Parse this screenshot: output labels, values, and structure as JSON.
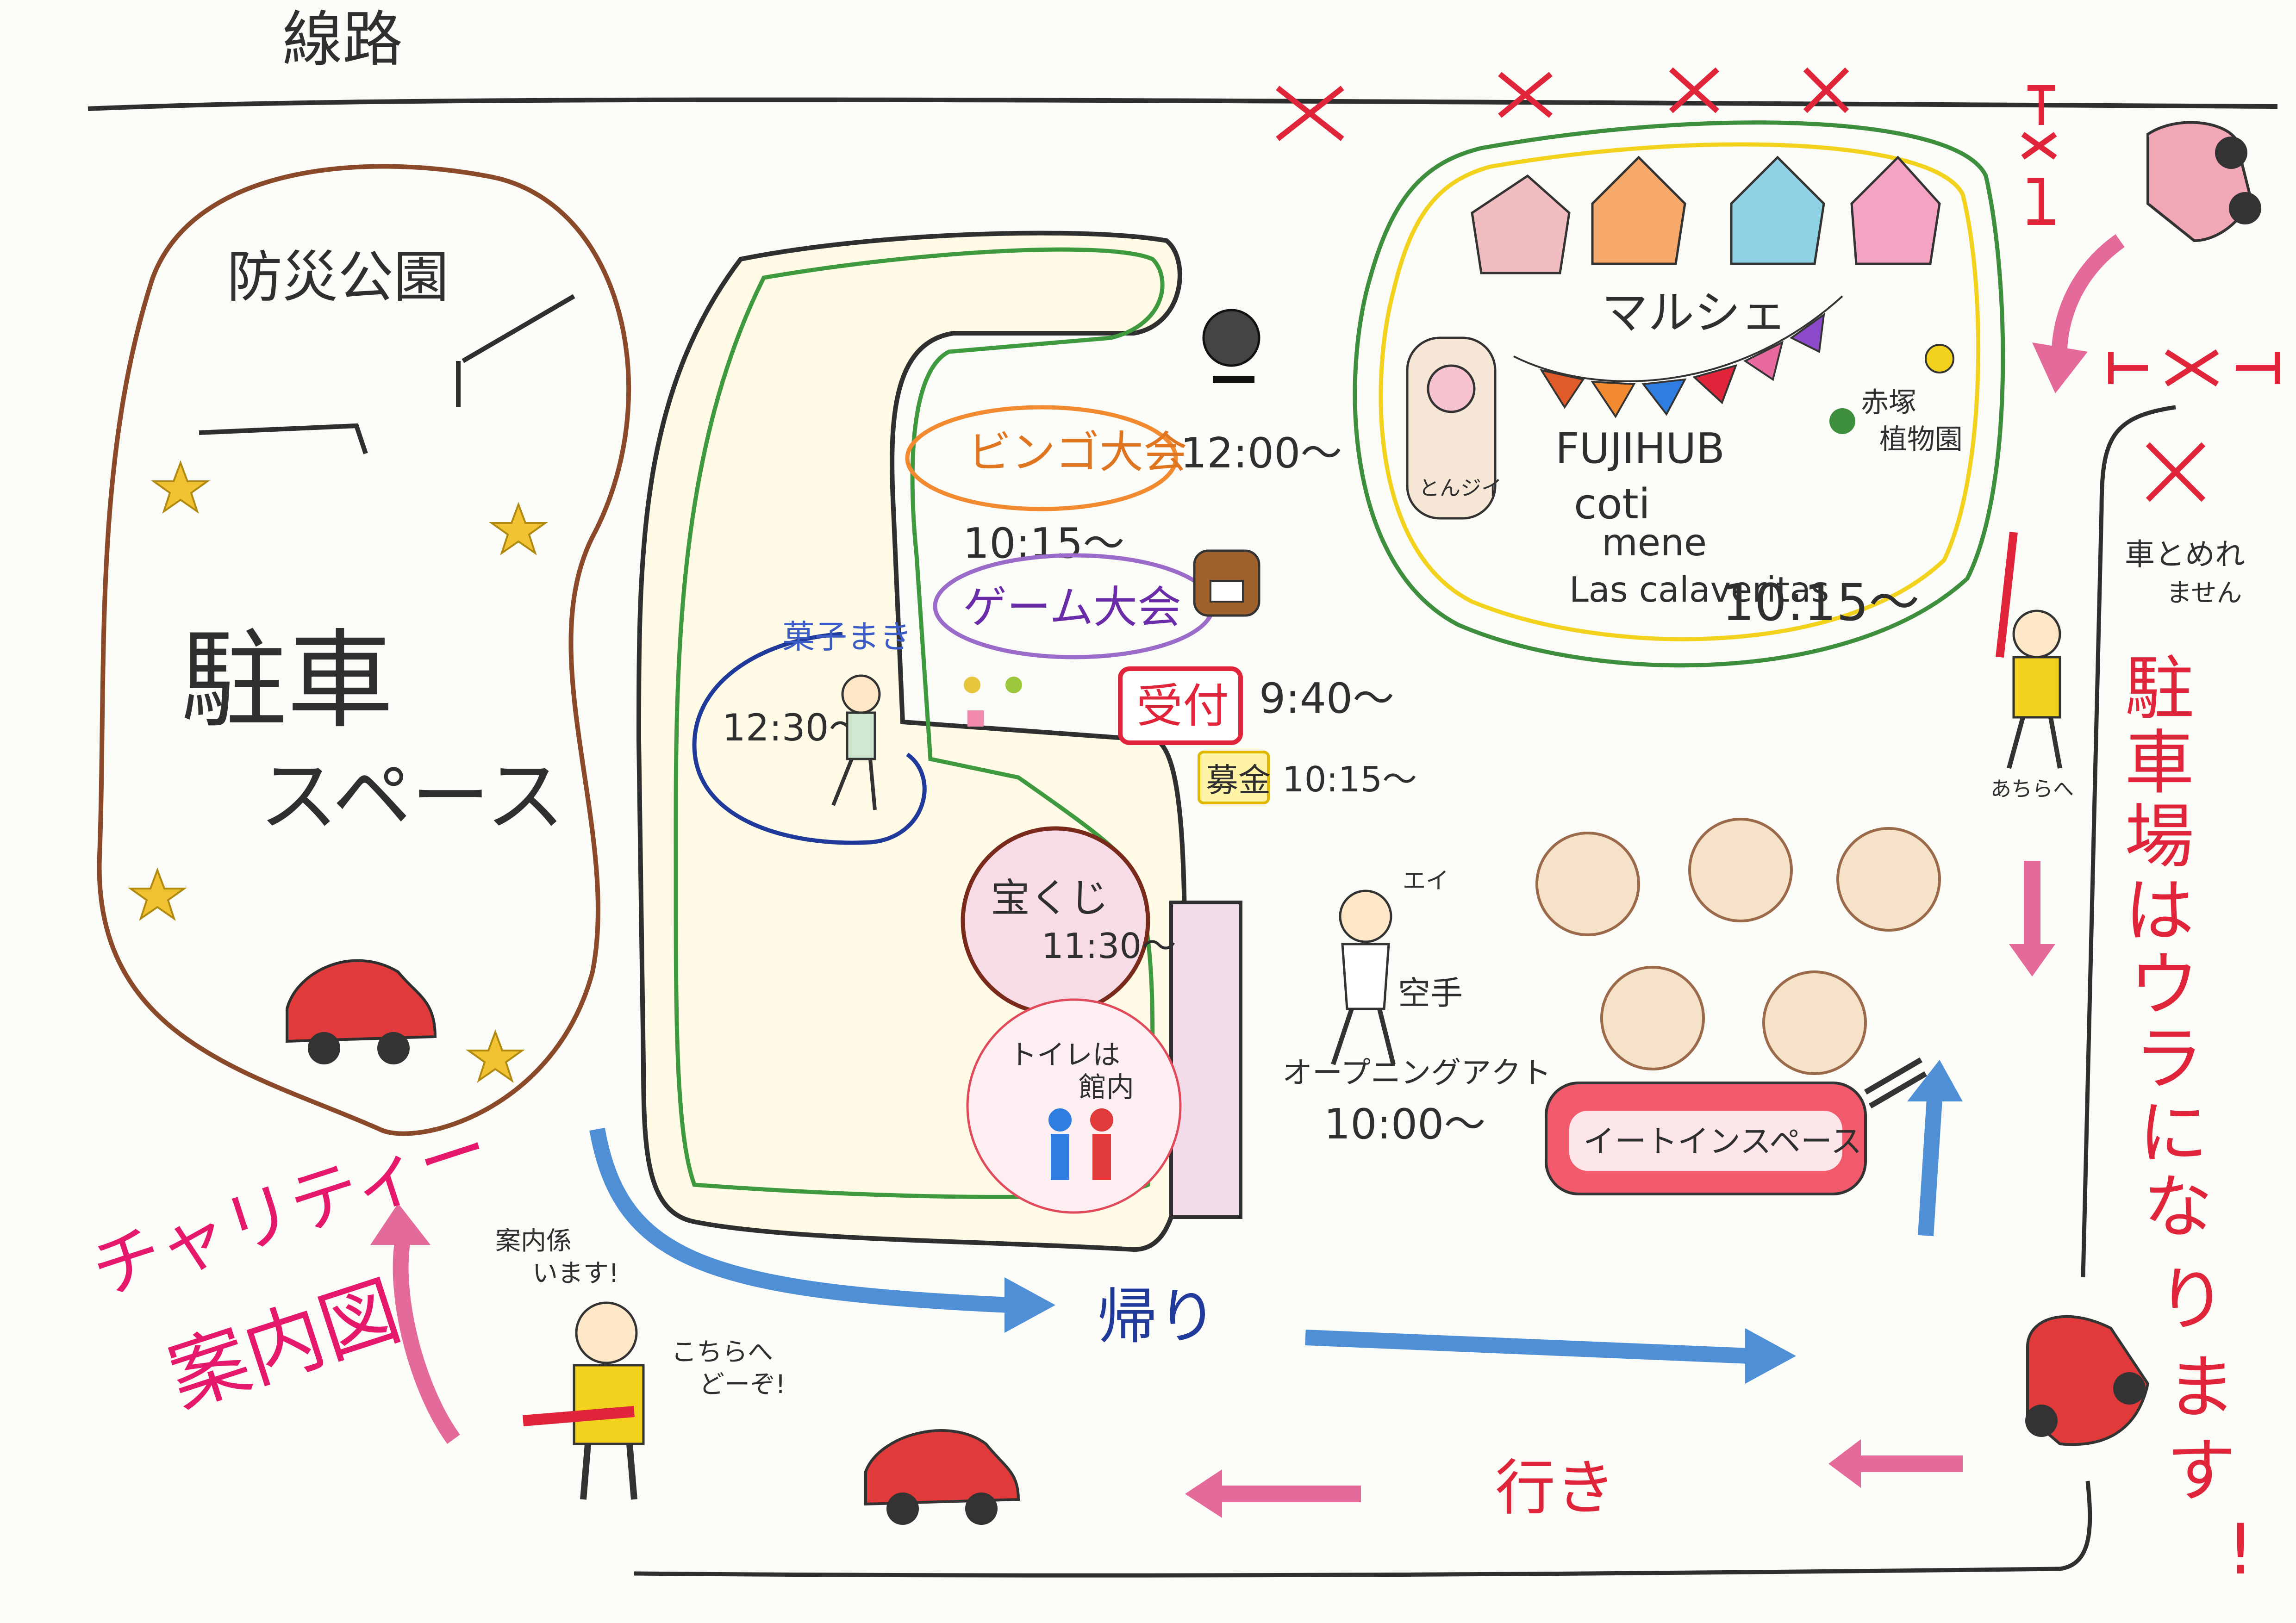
{
  "railway_label": "線路",
  "park": {
    "name": "防災公園",
    "parking_line1": "駐車",
    "parking_line2": "スペース"
  },
  "main_building": {
    "bingo": {
      "label": "ビンゴ大会",
      "time": "12:00〜"
    },
    "game": {
      "label": "ゲーム大会",
      "time": "10:15〜"
    },
    "candy": {
      "label": "菓子まき",
      "time": "12:30〜"
    },
    "reception": {
      "label": "受付",
      "time": "9:40〜"
    },
    "donation": {
      "label": "募金",
      "time": "10:15〜"
    },
    "lottery": {
      "label": "宝くじ",
      "time": "11:30〜"
    },
    "toilet": {
      "line1": "トイレは",
      "line2": "館内"
    }
  },
  "marche": {
    "title": "マルシェ",
    "mascot": "とんジイ",
    "vendors": [
      "FUJIHUB",
      "coti",
      "mene",
      "Las calaveritas"
    ],
    "garden": [
      "赤塚",
      "植物園"
    ],
    "time": "10:15〜"
  },
  "karate": {
    "callout": "エイ",
    "label": "空手",
    "opening": "オープニングアクト",
    "time": "10:00〜"
  },
  "eat_in": "イートインスペース",
  "right_side": {
    "no_parking_1": "車とめれ",
    "no_parking_2": "ません",
    "guide": "あちらへ",
    "parking_notice": [
      "駐",
      "車",
      "場",
      "は",
      "ウ",
      "ラ",
      "に",
      "な",
      "り",
      "ま",
      "す",
      "!"
    ]
  },
  "charity": {
    "line1": "チャリティー",
    "line2": "案内図"
  },
  "guide_person": {
    "line1": "案内係",
    "line2": "います!",
    "speech1": "こちらへ",
    "speech2": "どーぞ!"
  },
  "flow": {
    "return": "帰り",
    "go": "行き"
  },
  "colors": {
    "pencil": "#2f2f2f",
    "park_outline": "#8a4a2a",
    "green_path": "#3f9a3f",
    "marche_yellow": "#f2d21c",
    "marche_green": "#3d8f3d",
    "arrow_blue": "#4f8fd6",
    "arrow_pink": "#e46a99",
    "red_title": "#e0253a",
    "car_red": "#e03a3a",
    "magenta": "#e6186c"
  }
}
